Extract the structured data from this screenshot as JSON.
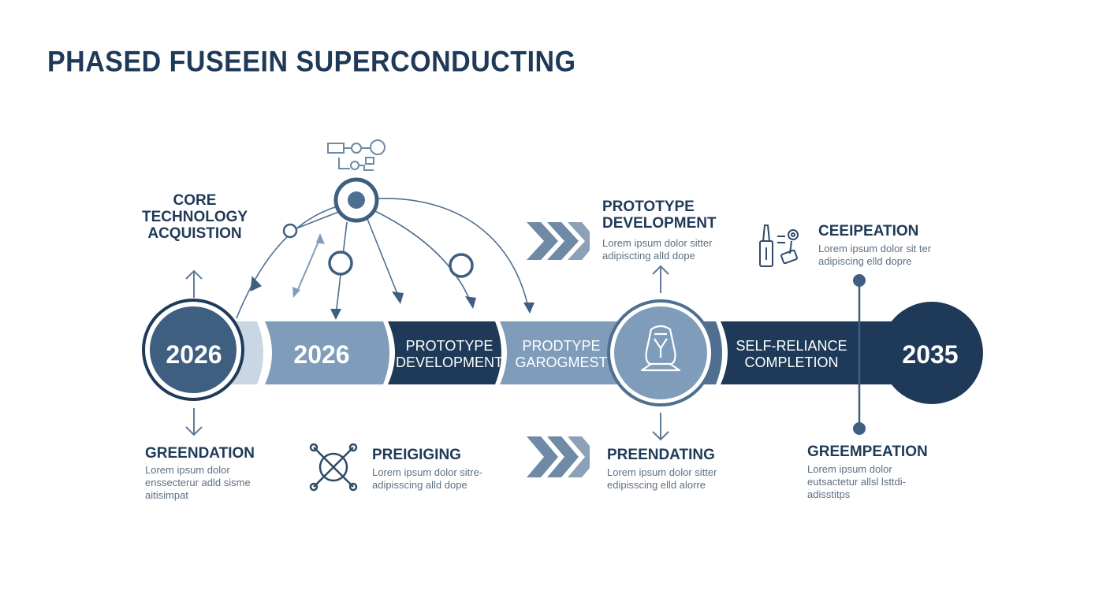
{
  "title": "PHASED FUSEEIN SUPERCONDUCTING",
  "timeline": {
    "start_year": "2026",
    "segment1_year": "2026",
    "segment2_line1": "PROTOTYPE",
    "segment2_line2": "DEVELOPMENT",
    "segment3_line1": "PRODTYPE",
    "segment3_line2": "GAROGMEST",
    "segment4_line1": "SELF-RELIANCE",
    "segment4_line2": "COMPLETION",
    "end_year": "2035"
  },
  "top_items": [
    {
      "lines": [
        "CORE",
        "TECHNOLOGY",
        "ACQUISTION"
      ]
    },
    {
      "lines": [
        "PROTOTYPE",
        "DEVELOPMENT"
      ],
      "desc": [
        "Lorem ipsum dolor sitter",
        "adipiscting alld dope"
      ]
    },
    {
      "lines": [
        "CEEIPEATION"
      ],
      "desc": [
        "Lorem ipsum dolor sit ter",
        "adipiscing elld dopre"
      ]
    }
  ],
  "bottom_items": [
    {
      "title": "GREENDATION",
      "desc": [
        "Lorem ipsum dolor",
        "enssecterur adld sisme",
        "aitisimpat"
      ]
    },
    {
      "title": "PREIGIGING",
      "desc": [
        "Lorem ipsum dolor sitre-",
        "adipisscing alld dope"
      ]
    },
    {
      "title": "PREENDATING",
      "desc": [
        "Lorem ipsum dolor sitter",
        "edipisscing elld alorre"
      ]
    },
    {
      "title": "GREEMPEATION",
      "desc": [
        "Lorem ipsum dolor",
        "eutsactetur allsl lsttdi-",
        "adisstitps"
      ]
    }
  ],
  "colors": {
    "navy": "#1f3a58",
    "mid": "#4e6f90",
    "steel": "#7f9dbb",
    "light": "#a9bfd3",
    "pale": "#c9d6e3"
  },
  "icons": [
    "network-hub-icon",
    "circuit-icon",
    "chevrons-icon",
    "coil-device-icon",
    "tools-cross-icon",
    "probe-tools-icon"
  ]
}
